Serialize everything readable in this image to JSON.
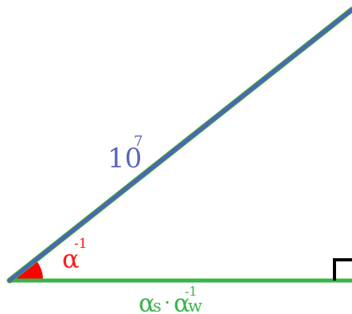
{
  "diagram": {
    "hypotenuse_label": {
      "base": "10",
      "exponent": "7"
    },
    "angle_label": {
      "base": "α",
      "exponent": "-1"
    },
    "base_label": {
      "term1": "α",
      "term1_subscript": "s",
      "operator": "·",
      "term2": "α",
      "term2_subscript": "w",
      "term2_exponent": "-1"
    },
    "colors": {
      "hypotenuse": "#4f63b8",
      "hypotenuse_edge": "#39a83a",
      "base": "#39b54a",
      "angle": "#ff0000",
      "right_angle": "#000000",
      "hypotenuse_text": "#5a66b8",
      "angle_text": "#ff1a1a",
      "base_text": "#39b54a"
    }
  }
}
